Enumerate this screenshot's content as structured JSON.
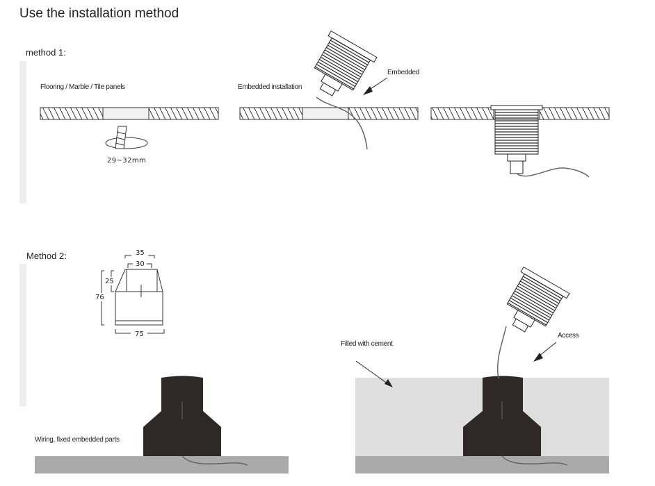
{
  "title": "Use the installation method",
  "method1": {
    "heading": "method 1:",
    "flooring_label": "Flooring / Marble / Tile panels",
    "hole_size": "29~32mm",
    "embedded_install_label": "Embedded installation",
    "embedded_label": "Embedded"
  },
  "method2": {
    "heading": "Method 2:",
    "dimensions": {
      "top_outer": "35",
      "top_inner": "30",
      "neck_height": "25",
      "total_height": "76",
      "base_width": "75"
    },
    "wiring_label": "Wiring, fixed embedded parts",
    "cement_label": "Filled with cement",
    "access_label": "Access"
  },
  "colors": {
    "sidebar": "#eeeeee",
    "ground": "#aaaaaa",
    "cement": "#dedede",
    "part": "#2e2826",
    "hatch": "#333333"
  }
}
